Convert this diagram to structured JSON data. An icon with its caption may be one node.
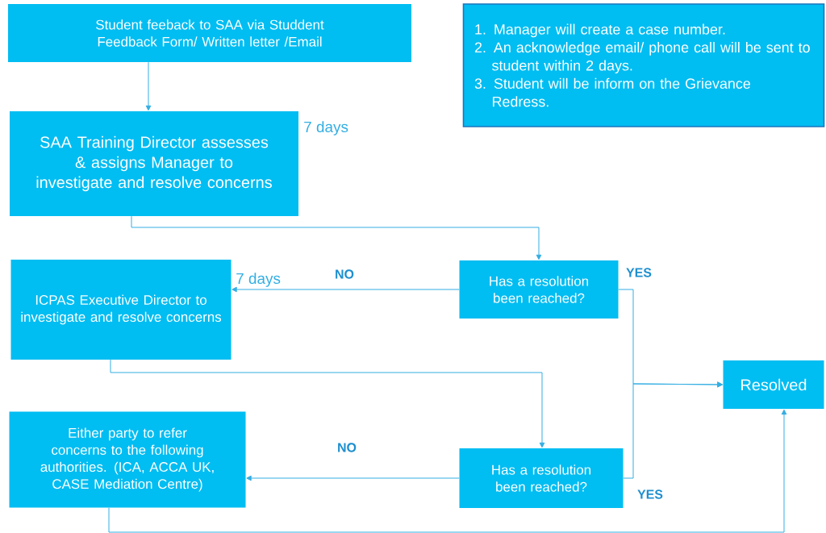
{
  "diagram": {
    "nodes": [
      {
        "text": [
          "Student feeback to SAA via Studdent Feedback Form/ Written letter /Email"
        ]
      },
      {
        "text": [
          "SAA Training Director assesses & assigns Manager to investigate and resolve concerns"
        ],
        "beside": [
          "7 days"
        ]
      },
      {
        "text": [
          "Has a resolution been reached?"
        ]
      },
      {
        "text": [
          "ICPAS Executive Director to investigate and resolve concerns"
        ],
        "beside": [
          "7 days"
        ]
      },
      {
        "text": [
          "Resolved"
        ]
      },
      {
        "text": [
          "Has a resolution been reached?"
        ]
      },
      {
        "text": [
          "Either party to refer concerns to the following authorities. (ICA, ACCA UK, CASE Mediation Centre)"
        ]
      },
      {
        "text": [
          "1. Manager will create a case number.",
          "2. An acknowledge email/ phone call will be sent to student within 2 days.",
          "3. Student will be inform on the Grievance Redress."
        ]
      }
    ],
    "edges": [
      {
        "from": 0,
        "to": 1,
        "arrow": "to"
      },
      {
        "from": 1,
        "to": 2,
        "arrow": "to"
      },
      {
        "from": 2,
        "to": 3,
        "arrow": "to",
        "label": "NO"
      },
      {
        "from": 2,
        "to": 4,
        "arrow": "to",
        "label": "YES"
      },
      {
        "from": 3,
        "to": 5,
        "arrow": "to"
      },
      {
        "from": 5,
        "to": 6,
        "arrow": "to",
        "label": "NO"
      },
      {
        "from": 5,
        "to": 4,
        "arrow": "to",
        "label": "YES"
      },
      {
        "from": 6,
        "to": 4,
        "arrow": "to"
      }
    ]
  }
}
